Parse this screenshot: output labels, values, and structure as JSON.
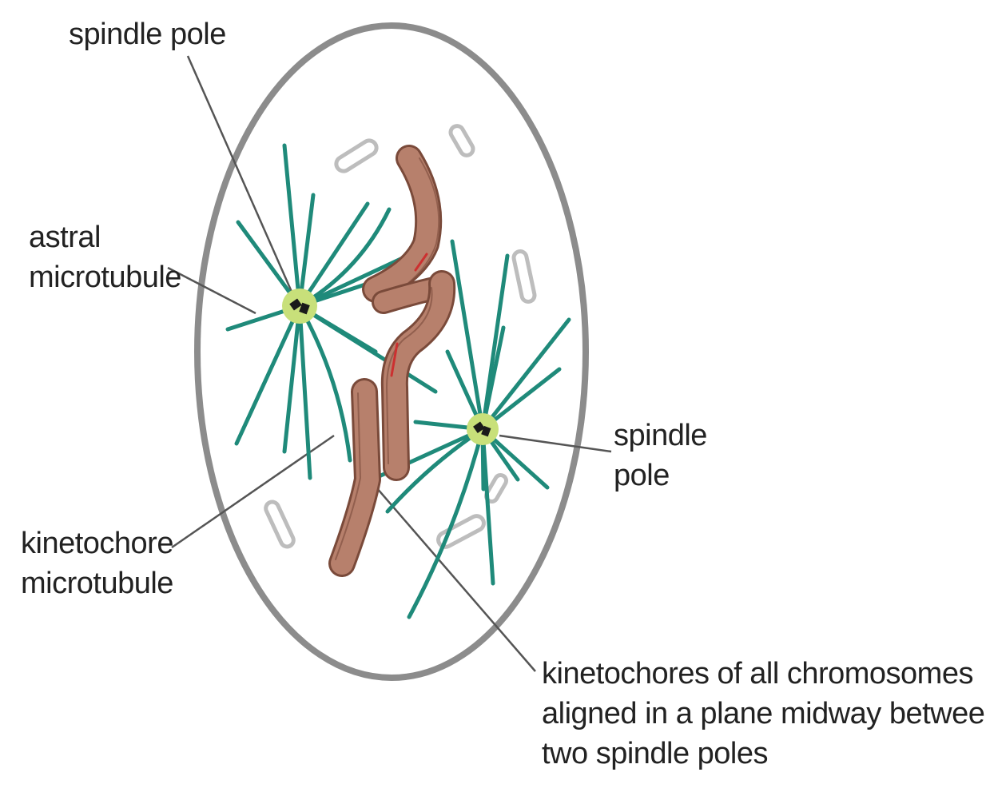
{
  "labels": {
    "spindle_pole_top": "spindle pole",
    "astral_microtubule": [
      "astral",
      "microtubule"
    ],
    "spindle_pole_right": [
      "spindle",
      "pole"
    ],
    "kinetochore_microtubule": [
      "kinetochore",
      "microtubule"
    ],
    "kinetochores_note": [
      "kinetochores of all chromosomes",
      "aligned in a plane midway between",
      "two spindle poles"
    ]
  },
  "colors": {
    "cell_outline": "#8c8c8c",
    "microtubule": "#1f8a7a",
    "spindle_pole_halo": "#c8e07a",
    "centriole": "#1a1a1a",
    "chromosome_fill": "#b7806c",
    "chromosome_edge": "#7a4a3a",
    "organelle": "#c4c4c4",
    "leader_line": "#555555",
    "text": "#222222"
  }
}
